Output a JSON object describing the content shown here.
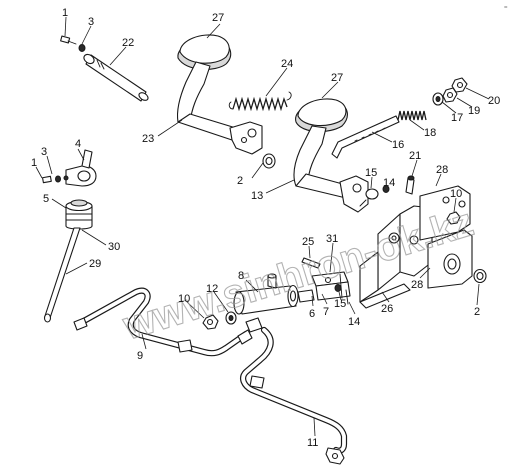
{
  "diagram": {
    "watermark": "www.sinhron-ok.kz",
    "corner_mark": "=",
    "part_labels": [
      {
        "id": "p1a",
        "text": "1"
      },
      {
        "id": "p3a",
        "text": "3"
      },
      {
        "id": "p22",
        "text": "22"
      },
      {
        "id": "p27a",
        "text": "27"
      },
      {
        "id": "p24",
        "text": "24"
      },
      {
        "id": "p27b",
        "text": "27"
      },
      {
        "id": "p23",
        "text": "23"
      },
      {
        "id": "p20",
        "text": "20"
      },
      {
        "id": "p19",
        "text": "19"
      },
      {
        "id": "p17",
        "text": "17"
      },
      {
        "id": "p18",
        "text": "18"
      },
      {
        "id": "p16",
        "text": "16"
      },
      {
        "id": "p4",
        "text": "4"
      },
      {
        "id": "p3b",
        "text": "3"
      },
      {
        "id": "p1b",
        "text": "1"
      },
      {
        "id": "p2a",
        "text": "2"
      },
      {
        "id": "p13",
        "text": "13"
      },
      {
        "id": "p15a",
        "text": "15"
      },
      {
        "id": "p14a",
        "text": "14"
      },
      {
        "id": "p21",
        "text": "21"
      },
      {
        "id": "p28a",
        "text": "28"
      },
      {
        "id": "p10a",
        "text": "10"
      },
      {
        "id": "p5",
        "text": "5"
      },
      {
        "id": "p30",
        "text": "30"
      },
      {
        "id": "p25",
        "text": "25"
      },
      {
        "id": "p31",
        "text": "31"
      },
      {
        "id": "p29",
        "text": "29"
      },
      {
        "id": "p8",
        "text": "8"
      },
      {
        "id": "p10b",
        "text": "10"
      },
      {
        "id": "p12",
        "text": "12"
      },
      {
        "id": "p6",
        "text": "6"
      },
      {
        "id": "p7",
        "text": "7"
      },
      {
        "id": "p15b",
        "text": "15"
      },
      {
        "id": "p14b",
        "text": "14"
      },
      {
        "id": "p26",
        "text": "26"
      },
      {
        "id": "p28b",
        "text": "28"
      },
      {
        "id": "p2b",
        "text": "2"
      },
      {
        "id": "p9",
        "text": "9"
      },
      {
        "id": "p11",
        "text": "11"
      }
    ]
  }
}
